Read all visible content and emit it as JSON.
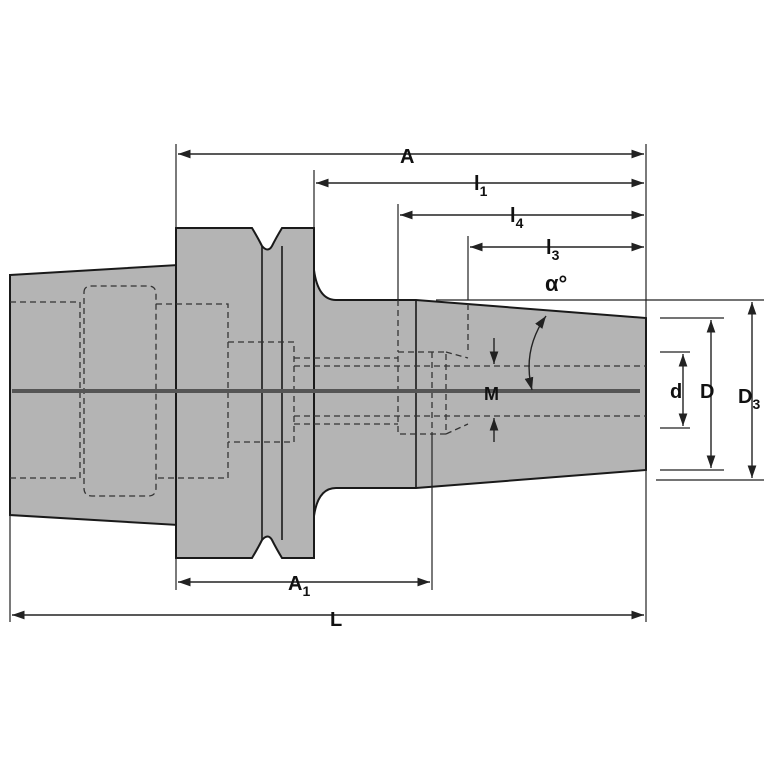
{
  "diagram": {
    "colors": {
      "body_fill": "#b4b4b4",
      "outline": "#1a1a1a",
      "centerline": "#555555",
      "background": "#ffffff"
    },
    "labels": {
      "A": "A",
      "l1_main": "l",
      "l1_sub": "1",
      "l4_main": "l",
      "l4_sub": "4",
      "l3_main": "l",
      "l3_sub": "3",
      "alpha": "α°",
      "M": "M",
      "d": "d",
      "D": "D",
      "D3_main": "D",
      "D3_sub": "3",
      "A1_main": "A",
      "A1_sub": "1",
      "L": "L"
    }
  }
}
